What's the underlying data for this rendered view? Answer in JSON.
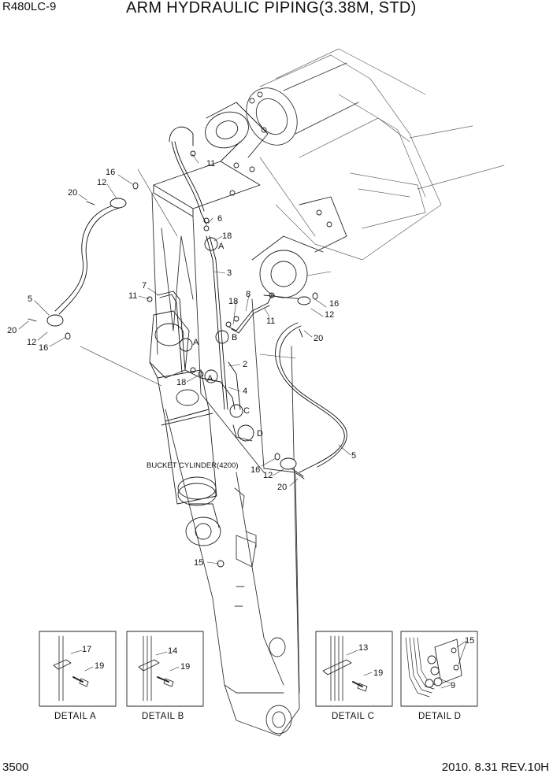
{
  "header": {
    "model": "R480LC-9",
    "title": "ARM HYDRAULIC PIPING(3.38M, STD)"
  },
  "footer": {
    "page_number": "3500",
    "revision": "2010. 8.31  REV.10H"
  },
  "diagram": {
    "callouts": {
      "c16a": "16",
      "c12a": "12",
      "c20a": "20",
      "c5a": "5",
      "c20b": "20",
      "c12b": "12",
      "c16b": "16",
      "c11a": "11",
      "c6": "6",
      "c18a": "18",
      "cA1": "A",
      "c3": "3",
      "c7": "7",
      "c11b": "11",
      "cA2": "A",
      "c18b": "18",
      "c8": "8",
      "c11c": "11",
      "cB": "B",
      "c2": "2",
      "cA3": "A",
      "c18c": "18",
      "c4": "4",
      "cC": "C",
      "cD": "D",
      "c16c": "16",
      "c12c": "12",
      "c20c": "20",
      "c5b": "5",
      "c16d": "16",
      "c12d": "12",
      "c20d": "20",
      "c15": "15"
    },
    "annotation": "BUCKET CYLINDER(4200)",
    "details": [
      {
        "caption": "DETAIL  A",
        "part_clamp": "17",
        "part_bolt": "19"
      },
      {
        "caption": "DETAIL  B",
        "part_clamp": "14",
        "part_bolt": "19"
      },
      {
        "caption": "DETAIL  C",
        "part_clamp": "13",
        "part_bolt": "19"
      },
      {
        "caption": "DETAIL  D",
        "part_top": "15",
        "part_bottom": "9"
      }
    ]
  }
}
